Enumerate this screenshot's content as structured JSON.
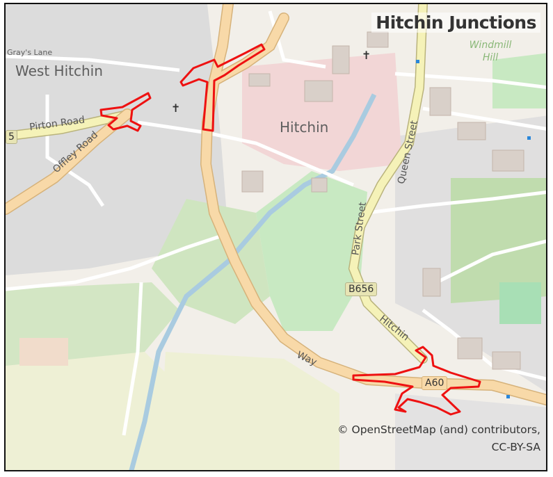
{
  "title": "Hitchin Junctions",
  "attribution": {
    "line1": "© OpenStreetMap (and) contributors,",
    "line2": "CC-BY-SA"
  },
  "place_labels": {
    "west_hitchin": "West Hitchin",
    "hitchin": "Hitchin",
    "windmill_hill": "Windmill Hill"
  },
  "road_labels": {
    "grays_lane": "Gray's Lane",
    "pirton_road": "Pirton Road",
    "offley_road": "Offley Road",
    "queen_street": "Queen Street",
    "park_street": "Park Street",
    "hitchin_street": "Hitchin",
    "way": "Way",
    "b656": "B656",
    "a60": "A60",
    "b655_prefix": "5"
  },
  "colors": {
    "land": "#f2efe9",
    "residential": "#e0dfdf",
    "park": "#c8e9c2",
    "wood": "#c0dcae",
    "farmland": "#eef0d5",
    "town_centre": "#f2d6d6",
    "primary_road": "#f8d9a8",
    "secondary_road": "#f5f2b8",
    "water": "#a9cbe0",
    "highlight": "#ee1111"
  },
  "icons": [
    "church-icon",
    "church-icon",
    "bus-stop-icon"
  ]
}
